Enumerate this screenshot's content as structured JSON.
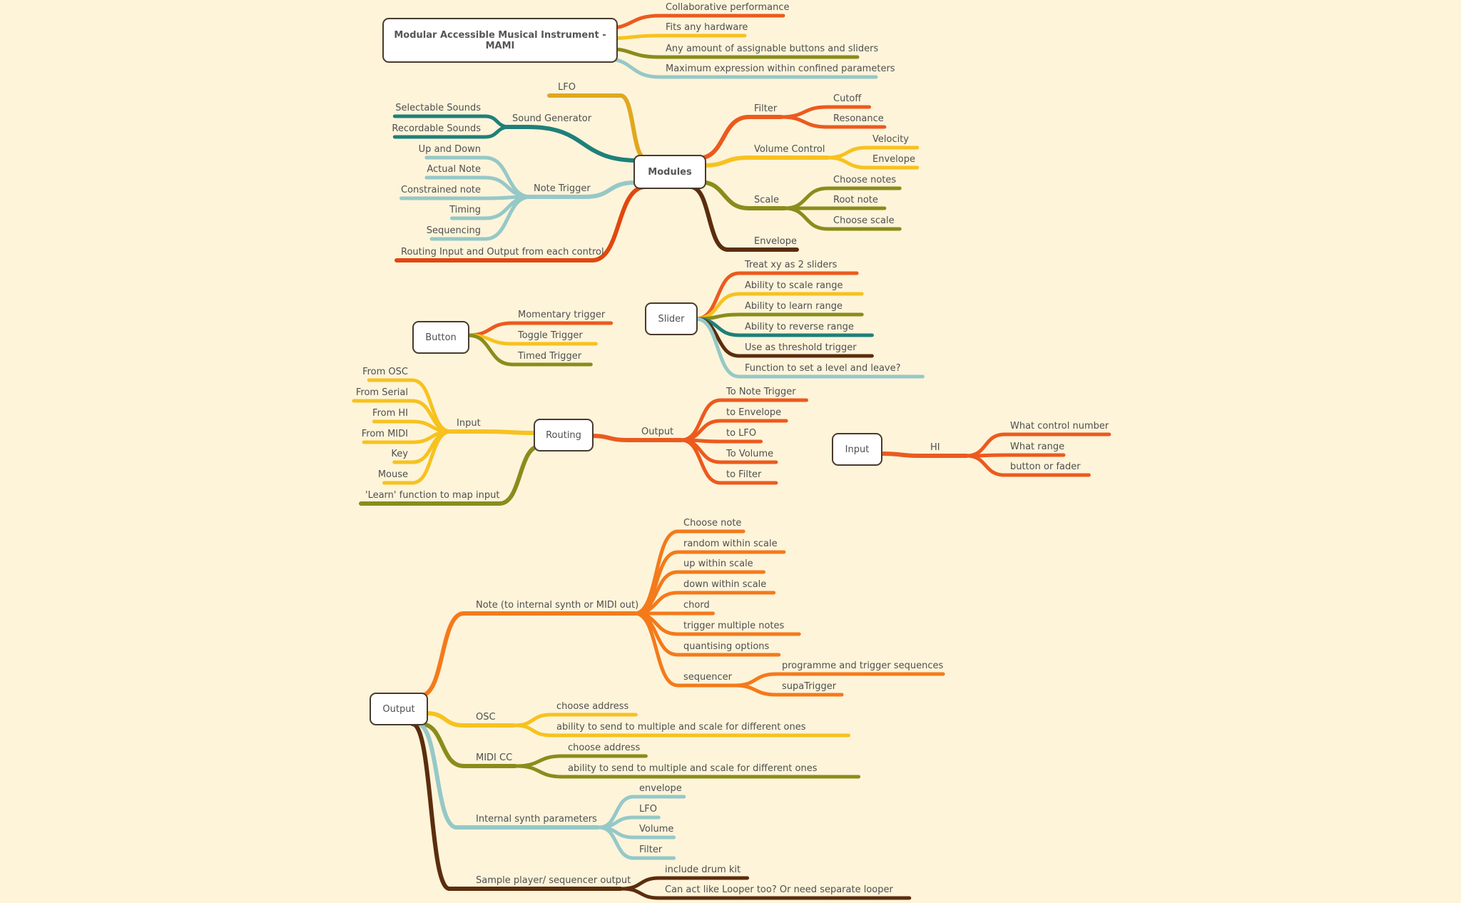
{
  "colors": {
    "background": "#fdf4da",
    "red": "#ec5a1e",
    "orange": "#f47a1a",
    "yellow": "#f7c21f",
    "olive": "#8a8c1b",
    "teal": "#1e8079",
    "lightblue": "#96c8c7",
    "brown": "#5b2d0d",
    "gold": "#e0a81d",
    "darkorange": "#e0480f"
  },
  "title_node": {
    "label": "Modular Accessible Musical Instrument - MAMI",
    "children": [
      "Collaborative performance",
      "Fits any hardware",
      "Any amount of assignable buttons and sliders",
      "Maximum expression within confined parameters"
    ]
  },
  "modules": {
    "label": "Modules",
    "lfo": "LFO",
    "sound_generator": {
      "label": "Sound Generator",
      "children": [
        "Selectable Sounds",
        "Recordable Sounds"
      ]
    },
    "note_trigger": {
      "label": "Note Trigger",
      "children": [
        "Up and Down",
        "Actual Note",
        "Constrained note",
        "Timing",
        "Sequencing"
      ]
    },
    "routing_io": "Routing Input and Output from each control",
    "filter": {
      "label": "Filter",
      "children": [
        "Cutoff",
        "Resonance"
      ]
    },
    "volume_control": {
      "label": "Volume Control",
      "children": [
        "Velocity",
        "Envelope"
      ]
    },
    "scale": {
      "label": "Scale",
      "children": [
        "Choose notes",
        "Root note",
        "Choose scale"
      ]
    },
    "envelope": "Envelope"
  },
  "button": {
    "label": "Button",
    "children": [
      "Momentary trigger",
      "Toggle Trigger",
      "Timed Trigger"
    ]
  },
  "slider": {
    "label": "Slider",
    "children": [
      "Treat xy as 2 sliders",
      "Ability to scale range",
      "Ability to learn range",
      "Ability to reverse range",
      "Use as threshold trigger",
      "Function to set a level and leave?"
    ]
  },
  "routing": {
    "label": "Routing",
    "input": {
      "label": "Input",
      "children": [
        "From OSC",
        "From Serial",
        "From HI",
        "From MIDI",
        "Key",
        "Mouse"
      ]
    },
    "learn": "'Learn' function to map input",
    "output": {
      "label": "Output",
      "children": [
        "To Note Trigger",
        "to Envelope",
        "to LFO",
        "To Volume",
        "to Filter"
      ]
    }
  },
  "input_node": {
    "label": "Input",
    "hi": {
      "label": "HI",
      "children": [
        "What control number",
        "What range",
        "button or fader"
      ]
    }
  },
  "output_node": {
    "label": "Output",
    "note": {
      "label": "Note (to internal synth or MIDI out)",
      "children": [
        "Choose note",
        "random within scale",
        "up within scale",
        "down within scale",
        "chord",
        "trigger multiple notes",
        "quantising options"
      ],
      "sequencer": {
        "label": "sequencer",
        "children": [
          "programme and trigger sequences",
          "supaTrigger"
        ]
      }
    },
    "osc": {
      "label": "OSC",
      "children": [
        "choose address",
        "ability to send to multiple and scale for different ones"
      ]
    },
    "midi_cc": {
      "label": "MIDI CC",
      "children": [
        "choose address",
        "ability to send to multiple and scale for different ones"
      ]
    },
    "internal": {
      "label": "Internal synth parameters",
      "children": [
        "envelope",
        "LFO",
        "Volume",
        "Filter"
      ]
    },
    "sample": {
      "label": "Sample player/ sequencer output",
      "children": [
        "include drum kit",
        "Can act like Looper too? Or need separate looper"
      ]
    }
  }
}
